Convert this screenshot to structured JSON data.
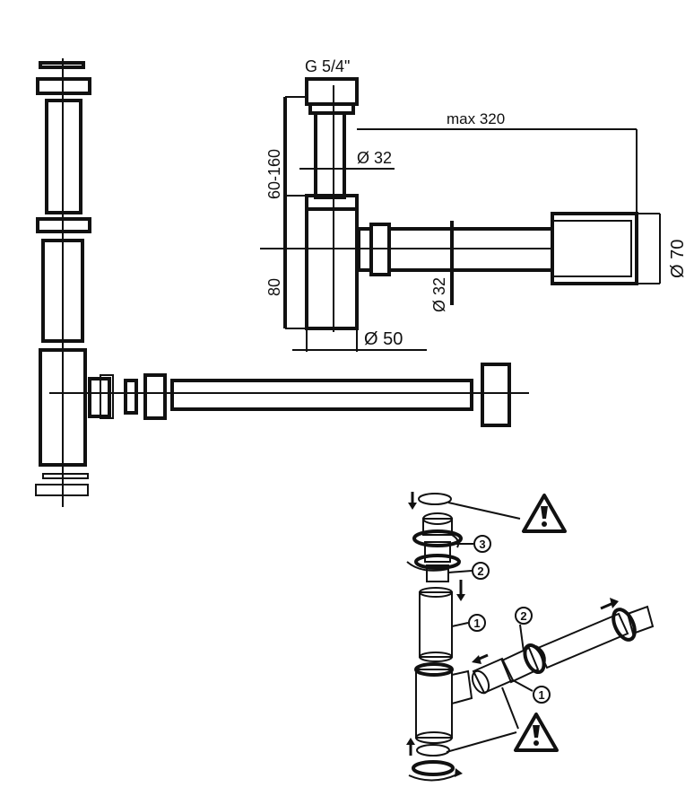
{
  "dimensions": {
    "thread": "G 5/4\"",
    "max_length": "max 320",
    "diameter_top": "Ø 32",
    "height_upper": "60-160",
    "height_lower": "80",
    "diameter_outlet": "Ø 32",
    "diameter_body": "Ø 50",
    "diameter_wall": "Ø 70"
  },
  "assembly": {
    "step_1a": "1",
    "step_2a": "2",
    "step_3": "3",
    "step_1b": "1",
    "step_2b": "2"
  },
  "icons": {
    "warning_top": "warning-triangle-icon",
    "warning_bottom": "warning-triangle-icon"
  },
  "colors": {
    "line": "#111111",
    "background": "#ffffff"
  }
}
